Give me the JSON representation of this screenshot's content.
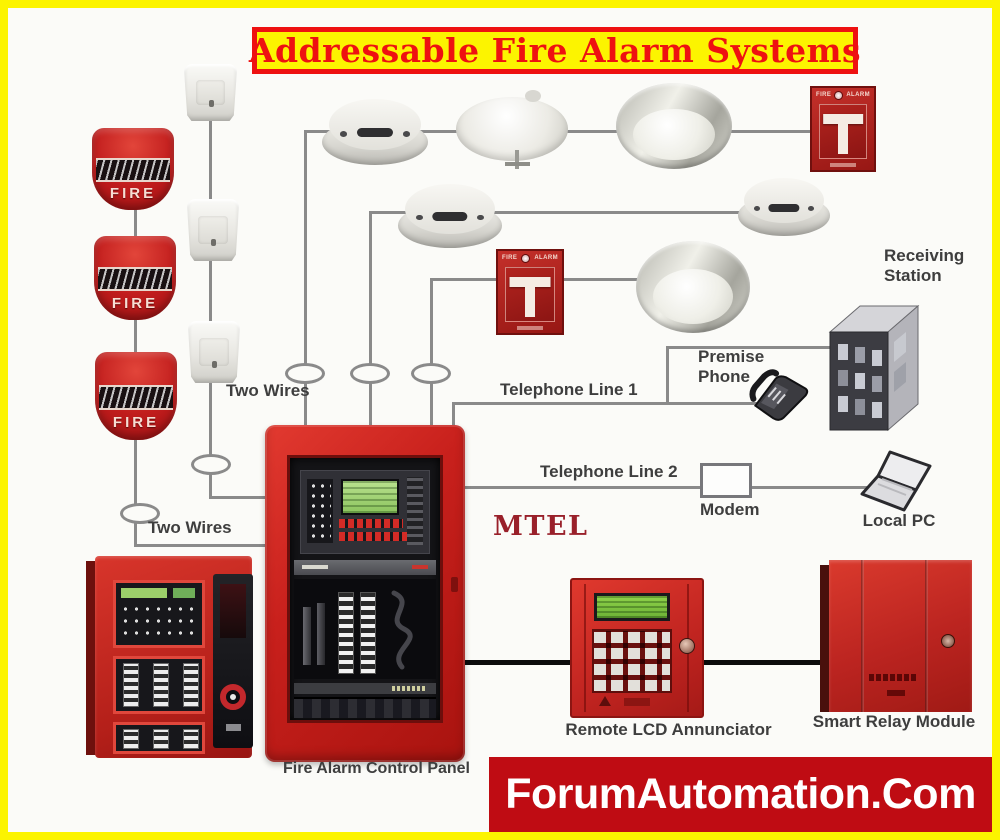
{
  "frame": {
    "title": "Addressable Fire Alarm Systems",
    "footer_brand": "ForumAutomation.Com"
  },
  "labels": {
    "two_wires_top": "Two Wires",
    "two_wires_left": "Two Wires",
    "telephone_line_1": "Telephone Line 1",
    "telephone_line_2": "Telephone Line 2",
    "premise_phone": "Premise Phone",
    "receiving_station": "Receiving Station",
    "modem": "Modem",
    "local_pc": "Local PC",
    "remote_lcd_annunciator": "Remote LCD Annunciator",
    "smart_relay_module": "Smart Relay Module",
    "fire_alarm_control_panel": "Fire Alarm Control Panel",
    "panel_brand": "MTEL"
  },
  "devices": {
    "fire_horn_label": "FIRE",
    "pull_station_header_left": "FIRE",
    "pull_station_header_right": "ALARM"
  },
  "colors": {
    "frame_yellow": "#fcf400",
    "title_red": "#ee1111",
    "footer_red": "#bf0c13",
    "device_red": "#c02420",
    "wire_gray": "#8a8a8a",
    "label_gray": "#3e3e3e",
    "lcd_green": "#7cc63f"
  }
}
